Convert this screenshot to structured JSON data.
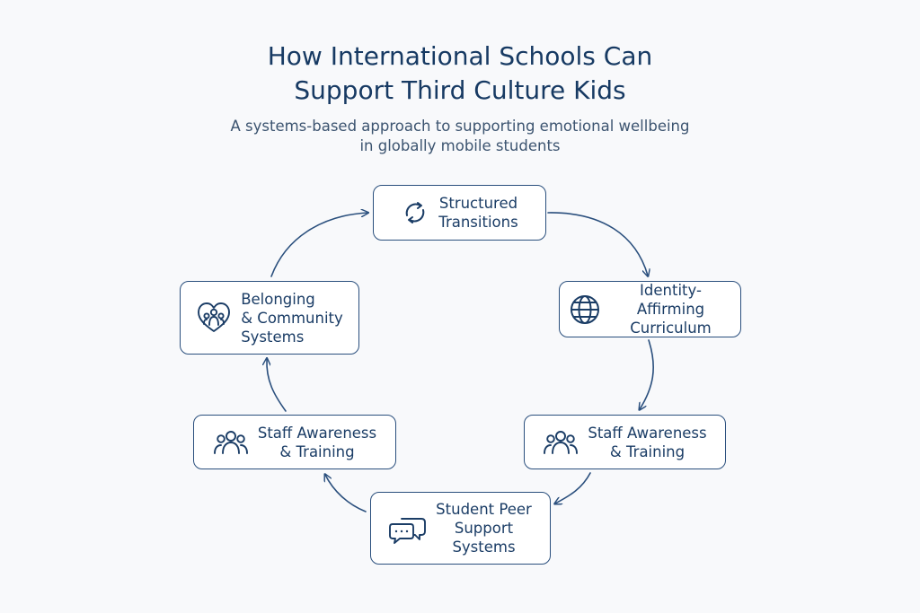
{
  "title": {
    "line1": "How International Schools Can",
    "line2": "Support Third Culture Kids"
  },
  "subtitle": {
    "line1": "A systems-based approach to supporting emotional wellbeing",
    "line2": "in globally mobile students"
  },
  "colors": {
    "accent": "#1b3d66",
    "stroke": "#2a4f7d",
    "background": "#f8f9fb"
  },
  "nodes": [
    {
      "icon": "refresh-cycle-icon",
      "lines": [
        "Structured",
        "Transitions"
      ]
    },
    {
      "icon": "globe-icon",
      "lines": [
        "Identity-Affirming",
        "Curriculum"
      ]
    },
    {
      "icon": "people-group-icon",
      "lines": [
        "Staff Awareness",
        "& Training"
      ]
    },
    {
      "icon": "speech-bubbles-icon",
      "lines": [
        "Student Peer",
        "Support",
        "Systems"
      ]
    },
    {
      "icon": "people-group-icon",
      "lines": [
        "Staff Awareness",
        "& Training"
      ]
    },
    {
      "icon": "heart-people-icon",
      "lines": [
        "Belonging",
        "& Community",
        "Systems"
      ]
    }
  ]
}
